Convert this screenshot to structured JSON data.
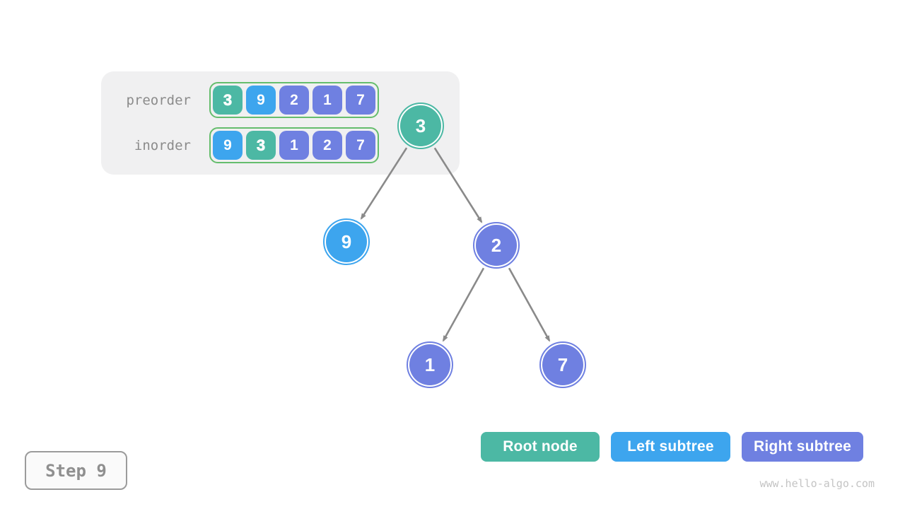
{
  "palette": {
    "teal": "#4cb8a4",
    "blue": "#3da5ee",
    "purple": "#6f80e1",
    "green_outline": "#65bd6d",
    "panel_bg": "#f0f0f1",
    "arrow_gray": "#8a8a8a",
    "label_gray": "#8b8b8b",
    "step_gray": "#8f8f8f",
    "step_border": "#9b9b9b",
    "watermark_gray": "#c4c4c4"
  },
  "panel": {
    "rows": [
      {
        "label": "preorder",
        "cells": [
          {
            "value": "3",
            "color": "teal",
            "highlight": true
          },
          {
            "value": "9",
            "color": "blue",
            "highlight": false
          },
          {
            "value": "2",
            "color": "purple",
            "highlight": false
          },
          {
            "value": "1",
            "color": "purple",
            "highlight": false
          },
          {
            "value": "7",
            "color": "purple",
            "highlight": false
          }
        ]
      },
      {
        "label": "inorder",
        "cells": [
          {
            "value": "9",
            "color": "blue",
            "highlight": false
          },
          {
            "value": "3",
            "color": "teal",
            "highlight": true
          },
          {
            "value": "1",
            "color": "purple",
            "highlight": false
          },
          {
            "value": "2",
            "color": "purple",
            "highlight": false
          },
          {
            "value": "7",
            "color": "purple",
            "highlight": false
          }
        ]
      }
    ]
  },
  "tree": {
    "nodes": [
      {
        "value": "3",
        "color": "teal",
        "role": "root"
      },
      {
        "value": "9",
        "color": "blue",
        "role": "left-subtree"
      },
      {
        "value": "2",
        "color": "purple",
        "role": "right-subtree"
      },
      {
        "value": "1",
        "color": "purple",
        "role": "right-subtree"
      },
      {
        "value": "7",
        "color": "purple",
        "role": "right-subtree"
      }
    ],
    "edges": [
      {
        "from": "3",
        "to": "9"
      },
      {
        "from": "3",
        "to": "2"
      },
      {
        "from": "2",
        "to": "1"
      },
      {
        "from": "2",
        "to": "7"
      }
    ]
  },
  "legend": [
    {
      "label": "Root node",
      "color": "teal"
    },
    {
      "label": "Left subtree",
      "color": "blue"
    },
    {
      "label": "Right subtree",
      "color": "purple"
    }
  ],
  "step_label": "Step 9",
  "watermark": "www.hello-algo.com"
}
